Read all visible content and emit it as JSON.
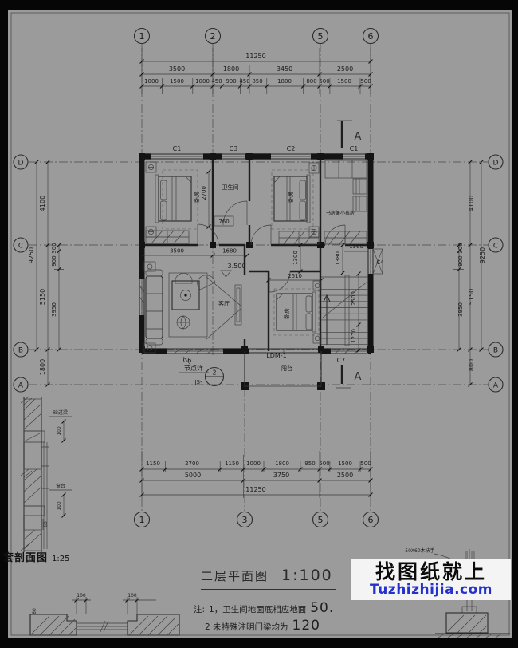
{
  "canvas": {
    "bg": "#9b9b9b"
  },
  "grid": {
    "cols_top": [
      "1",
      "2",
      "5",
      "6"
    ],
    "cols_bottom": [
      "1",
      "3",
      "5",
      "6"
    ],
    "rows": [
      "D",
      "C",
      "B",
      "A"
    ]
  },
  "dims": {
    "top_total": "11250",
    "top_row2": [
      "3500",
      "1800",
      "3450",
      "2500"
    ],
    "top_row3": [
      "1000",
      "1500",
      "1000",
      "450",
      "900",
      "450",
      "850",
      "1800",
      "800",
      "500",
      "1500",
      "500"
    ],
    "bottom_row1": [
      "1150",
      "2700",
      "1150",
      "1000",
      "1800",
      "950",
      "500",
      "1500",
      "500"
    ],
    "bottom_row2": [
      "5000",
      "3750",
      "2500"
    ],
    "bottom_total": "11250",
    "vert": {
      "total": "9250",
      "d_c": "4100",
      "c_b": "5150",
      "b_a": "1800",
      "s300": "300",
      "s900": "900",
      "s3950": "3950"
    }
  },
  "plan": {
    "windows": {
      "c1a": "C1",
      "c3": "C3",
      "c2": "C2",
      "c1b": "C1",
      "c4": "C4",
      "c6": "C6",
      "c7": "C7",
      "ldm": "LDM-1"
    },
    "rooms": {
      "bedroom": "卧房",
      "bath": "卫生间",
      "study": "书房兼小孩房",
      "living": "客厅",
      "balcony": "阳台"
    },
    "inner": {
      "w3500": "3500",
      "w1680": "1680",
      "w760": "760",
      "h2700": "2700",
      "h1300": "1300",
      "w1360": "1360",
      "h1380": "1380",
      "w2610": "2610",
      "h2500": "2500",
      "h1270": "1270"
    },
    "level": "3.500",
    "callout": {
      "label": "节点详",
      "num": "2",
      "sheet": "JS-"
    },
    "section_letter": "A"
  },
  "wallsec": {
    "title": "套剖面图",
    "scale": "1:25",
    "tag_top": "砼过梁",
    "tag_bottom": "窗台",
    "d100": "100",
    "d60": "60"
  },
  "winsec": {
    "d100": "100",
    "d60": "60"
  },
  "rail": {
    "label": "50X60木扶手"
  },
  "titleblock": {
    "name": "二层平面图",
    "scale": "1:100"
  },
  "notes": {
    "mark": "注:",
    "n1": "1，卫生间地面底相应地面",
    "v1": "50.",
    "n2": "2  未特殊注明门梁均为",
    "v2": "120"
  },
  "watermark": {
    "line1": "找图纸就上",
    "line2": "Tuzhizhijia.com"
  }
}
